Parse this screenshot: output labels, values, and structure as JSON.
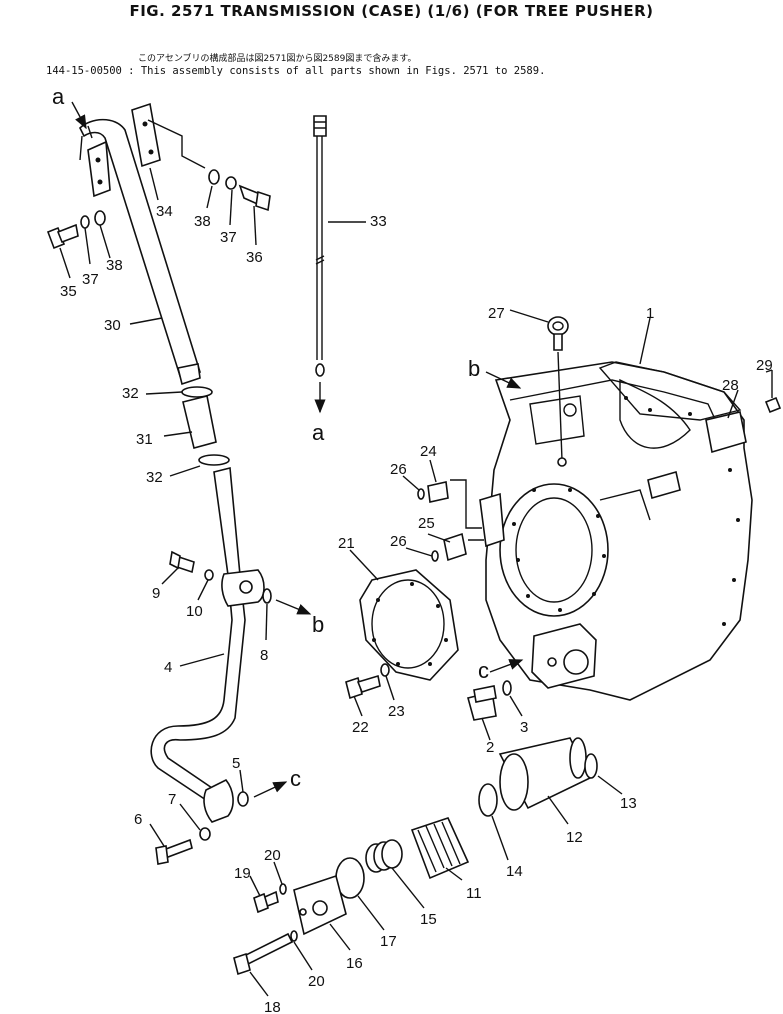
{
  "header": {
    "title": "FIG. 2571  TRANSMISSION (CASE) (1/6) (FOR TREE PUSHER)",
    "note_jp": "このアセンブリの構成部品は図2571図から図2589図まで含みます。",
    "note_en": "144-15-00500 : This assembly consists of all parts shown in Figs. 2571 to 2589."
  },
  "callouts": {
    "p1": "1",
    "p2": "2",
    "p3": "3",
    "p4": "4",
    "p5": "5",
    "p6": "6",
    "p7": "7",
    "p8": "8",
    "p9": "9",
    "p10": "10",
    "p11": "11",
    "p12": "12",
    "p13": "13",
    "p14": "14",
    "p15": "15",
    "p16": "16",
    "p17": "17",
    "p18": "18",
    "p19": "19",
    "p20a": "20",
    "p20b": "20",
    "p21": "21",
    "p22": "22",
    "p23": "23",
    "p24": "24",
    "p25": "25",
    "p26a": "26",
    "p26b": "26",
    "p27": "27",
    "p28": "28",
    "p29": "29",
    "p30": "30",
    "p31": "31",
    "p32a": "32",
    "p32b": "32",
    "p33": "33",
    "p34": "34",
    "p35": "35",
    "p36": "36",
    "p37a": "37",
    "p37b": "37",
    "p38a": "38",
    "p38b": "38"
  },
  "refs": {
    "a_top": "a",
    "a_bottom": "a",
    "b_left": "b",
    "b_right": "b",
    "c_left": "c",
    "c_right": "c"
  }
}
